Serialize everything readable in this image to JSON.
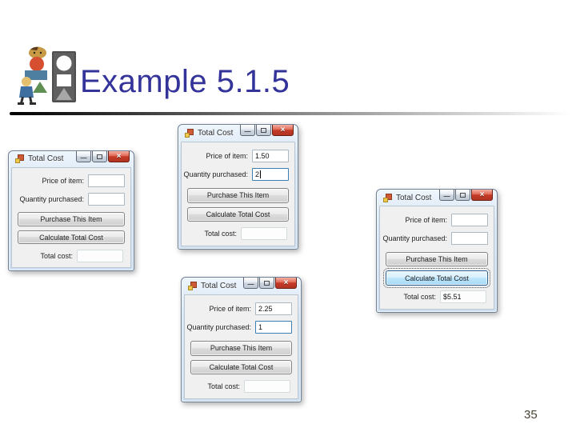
{
  "slide": {
    "title": "Example 5.1.5",
    "title_color": "#333399",
    "page_number": "35"
  },
  "form_labels": {
    "price": "Price of item:",
    "quantity": "Quantity purchased:",
    "purchase_button": "Purchase This Item",
    "calculate_button": "Calculate Total Cost",
    "total": "Total cost:"
  },
  "caption_icons": {
    "minimize": "—",
    "close": "×"
  },
  "windows": [
    {
      "title": "Total Cost",
      "price": "",
      "quantity": "",
      "total": ""
    },
    {
      "title": "Total Cost",
      "price": "1.50",
      "quantity": "2",
      "total": ""
    },
    {
      "title": "Total Cost",
      "price": "2.25",
      "quantity": "1",
      "total": ""
    },
    {
      "title": "Total Cost",
      "price": "",
      "quantity": "",
      "total": "$5.51"
    }
  ],
  "colors": {
    "titlebar_glass": "#d6e5f5",
    "close_button_red": "#c73c28",
    "focused_button_blue": "#bee6fd",
    "focus_border_blue": "#3c7fb1",
    "client_gray": "#f0f0f0"
  }
}
